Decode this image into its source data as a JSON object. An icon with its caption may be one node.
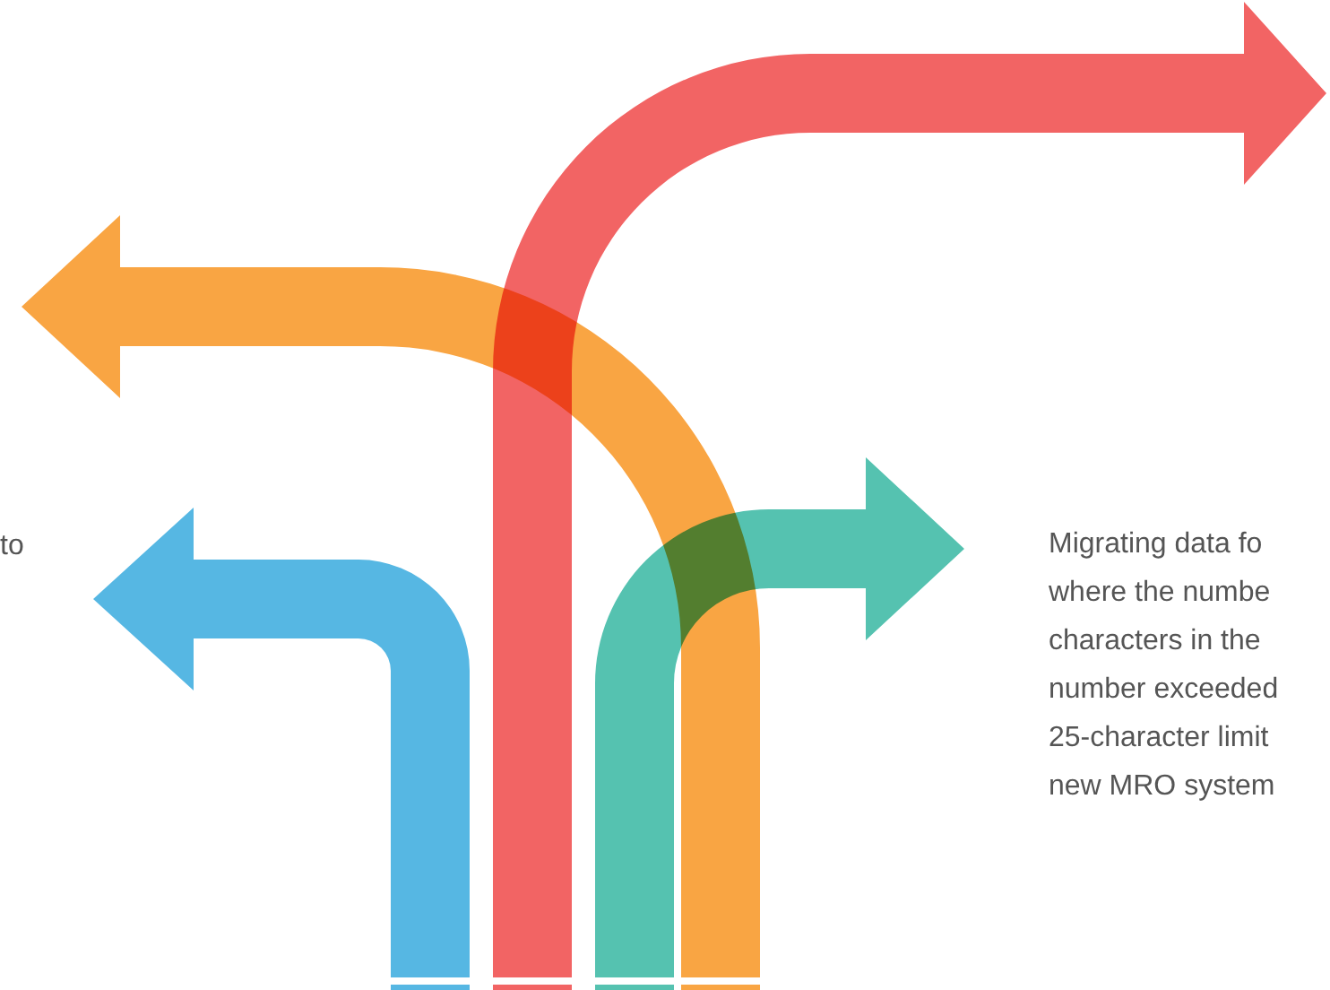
{
  "diagram": {
    "labels": [
      "to",
      "Migrating data fo",
      "where the numbe",
      "characters in the",
      "number exceeded",
      "25-character limit",
      "new MRO system"
    ]
  }
}
